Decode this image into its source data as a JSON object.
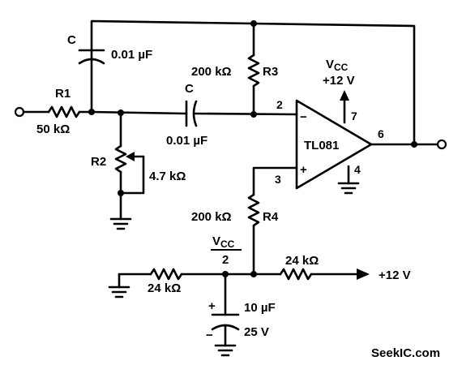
{
  "components": {
    "r1": {
      "ref": "R1",
      "value": "50 kΩ"
    },
    "r2": {
      "ref": "R2",
      "value": "4.7 kΩ"
    },
    "r3": {
      "ref": "R3",
      "value": "200 kΩ"
    },
    "r4": {
      "ref": "R4",
      "value": "200 kΩ"
    },
    "c_feedback": {
      "ref": "C",
      "value": "0.01 µF"
    },
    "c_series": {
      "ref": "C",
      "value": "0.01 µF"
    },
    "r_lower": {
      "value": "24 kΩ"
    },
    "r_upper": {
      "value": "24 kΩ"
    },
    "c_bypass": {
      "value": "10 µF",
      "voltage": "25 V",
      "plus": "+",
      "minus": "−"
    }
  },
  "opamp": {
    "name": "TL081",
    "pin_inverting": "2",
    "pin_noninverting": "3",
    "pin_output": "6",
    "pin_vcc": "7",
    "pin_ground": "4",
    "sign_inverting": "−",
    "sign_noninverting": "+"
  },
  "supply": {
    "vcc_label": "V",
    "vcc_sub": "CC",
    "vcc_value": "+12 V",
    "half_num_label": "V",
    "half_num_sub": "CC",
    "half_den": "2",
    "rail_label": "+12 V"
  },
  "watermark": "SeekIC.com"
}
